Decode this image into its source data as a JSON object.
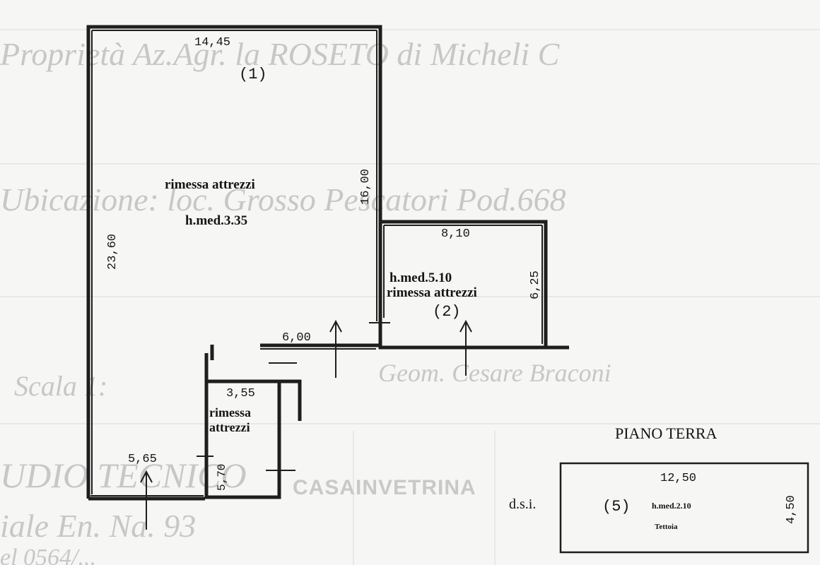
{
  "background_text": {
    "line1": "Proprietà  Az.Agr. la ROSETO di Micheli C",
    "line2": "Ubicazione:  loc. Grosso  Pescatori  Pod.668",
    "line3": "Scala 1:",
    "line4": "Geom. Cesare Braconi",
    "line5": "UDIO TECNICO",
    "line6": "iale  En. Na.  93",
    "line7": "el 0564/..."
  },
  "watermark": "CASAINVETRINA",
  "plan_title": "PIANO TERRA",
  "rooms": {
    "room1": {
      "number": "(1)",
      "name": "rimessa attrezzi",
      "height": "h.med.3.35",
      "dim_top": "14,45",
      "dim_left": "23,60",
      "dim_right": "16,00",
      "dim_bottom": "5,65"
    },
    "room2": {
      "number": "(2)",
      "name": "rimessa attrezzi",
      "height": "h.med.5.10",
      "dim_top": "8,10",
      "dim_right": "6,25",
      "dim_bottom_left": "6,00"
    },
    "room3": {
      "name_line1": "rimessa",
      "name_line2": "attrezzi",
      "dim_top": "3,55",
      "dim_side": "5,70"
    },
    "room5": {
      "number": "(5)",
      "name": "Tettoia",
      "height": "h.med.2.10",
      "dim_top": "12,50",
      "dim_right": "4,50",
      "note": "d.s.i."
    }
  }
}
